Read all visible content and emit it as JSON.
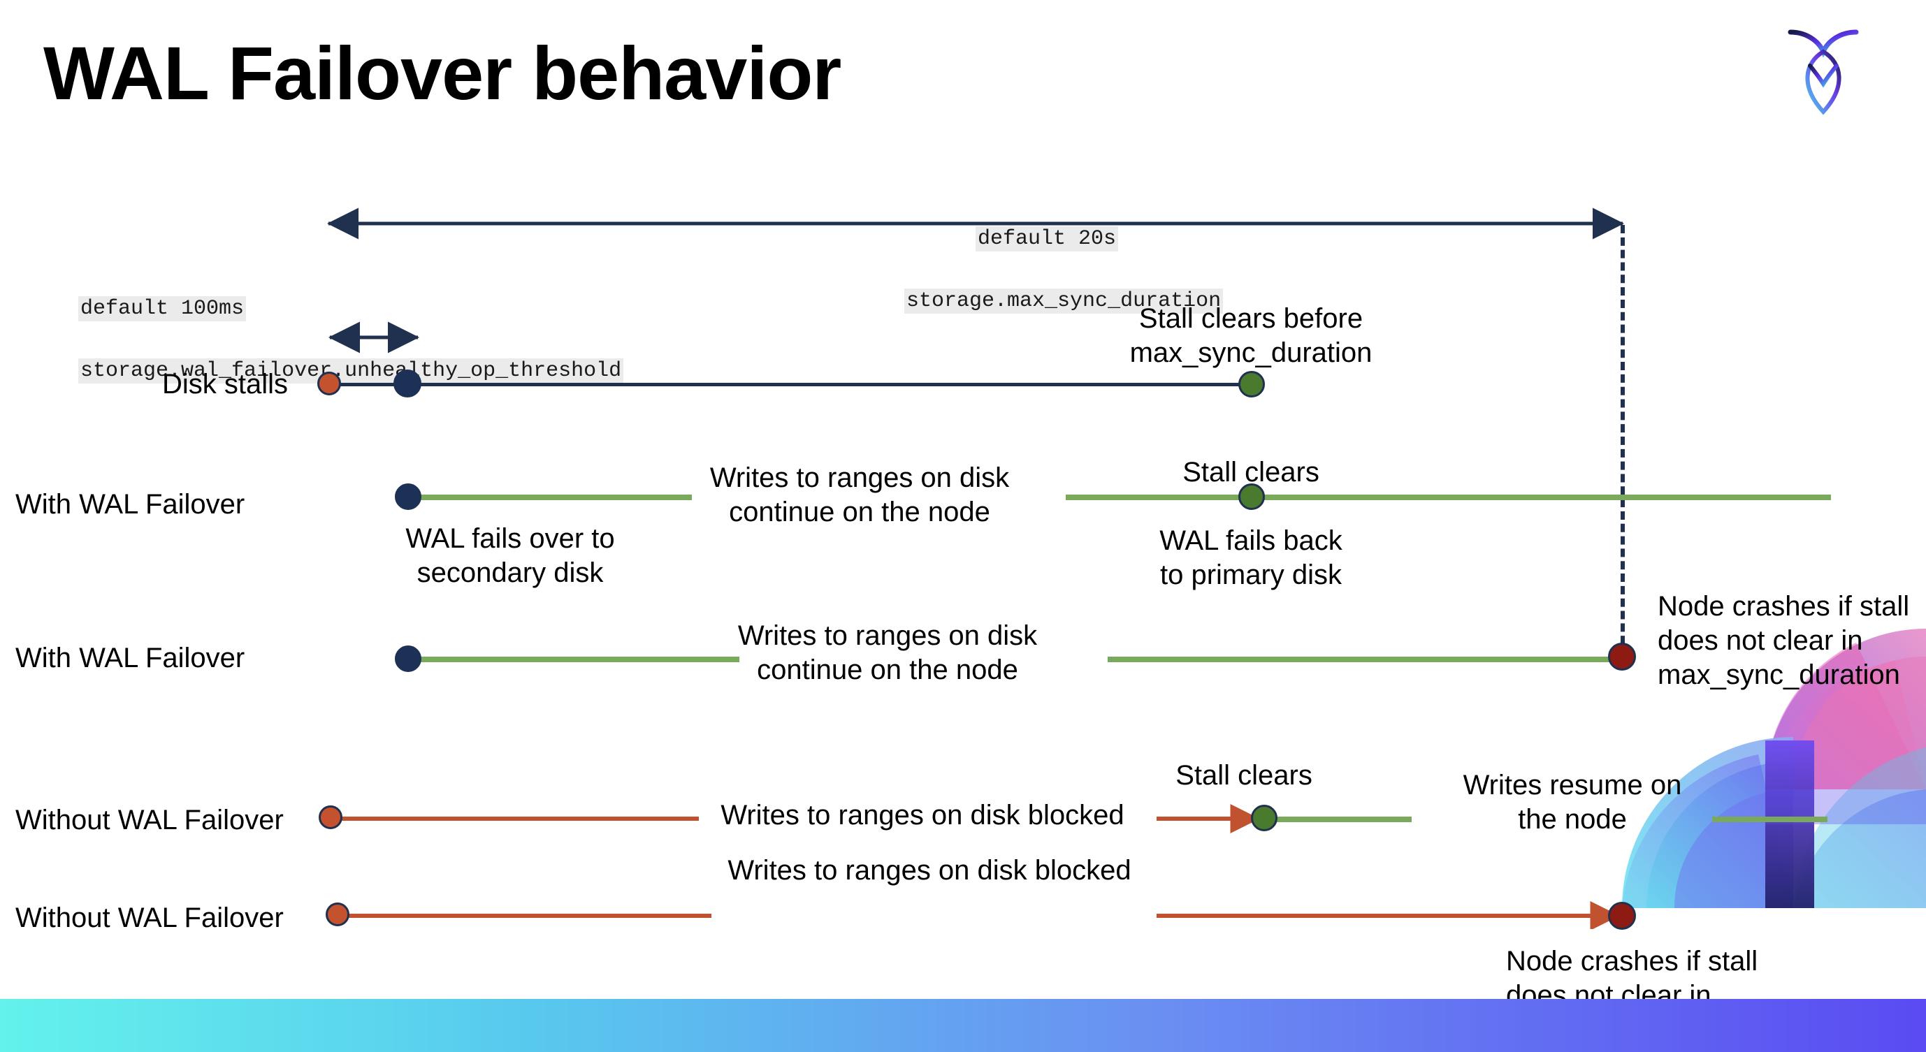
{
  "slide": {
    "title": "WAL Failover behavior",
    "logo_name": "cockroachdb-logo"
  },
  "settings": {
    "max_sync": {
      "default_label": "default 20s",
      "setting_label": "storage.max_sync_duration"
    },
    "unhealthy_op": {
      "default_label": "default 100ms",
      "setting_label": "storage.wal_failover.unhealthy_op_threshold"
    }
  },
  "rows": [
    {
      "label": "Disk stalls",
      "notes": [
        "Stall clears before\nmax_sync_duration"
      ]
    },
    {
      "label": "With WAL Failover",
      "notes": [
        "WAL fails over to\nsecondary disk",
        "Writes to ranges on disk\ncontinue on the node",
        "Stall clears",
        "WAL fails  back\nto primary disk"
      ]
    },
    {
      "label": "With WAL Failover",
      "notes": [
        "Writes to ranges on disk\ncontinue on the node",
        "Node crashes if stall\ndoes not clear in\nmax_sync_duration"
      ]
    },
    {
      "label": "Without WAL Failover",
      "notes": [
        "Writes to ranges on disk  blocked",
        "Stall clears",
        "Writes resume on\nthe node"
      ]
    },
    {
      "label": "Without WAL Failover",
      "notes": [
        "Writes to ranges on disk  blocked",
        "Node crashes if stall\ndoes not clear in\nmax_sync_duration"
      ]
    }
  ],
  "colors": {
    "navy": "#20304f",
    "green_line": "#7aa95c",
    "green_dot": "#4a7a2e",
    "orange": "#c5522f",
    "dark_red": "#8d1b13",
    "chip_bg": "#ebebeb",
    "bar_start": "#63f2ec",
    "bar_end": "#5a4bf2"
  }
}
